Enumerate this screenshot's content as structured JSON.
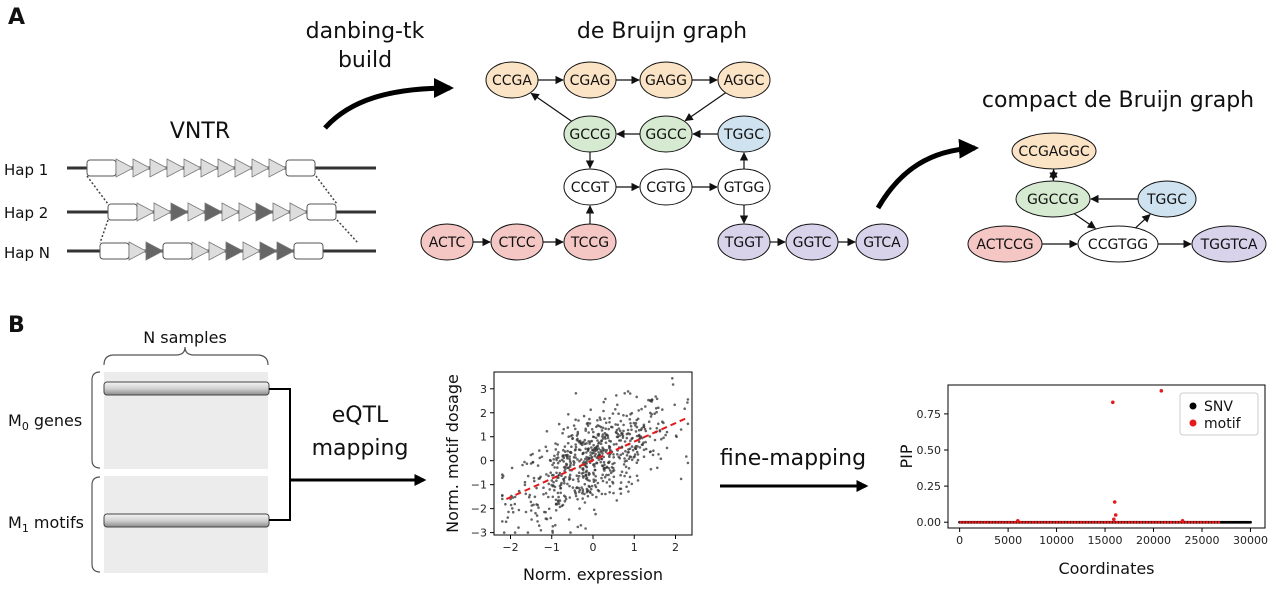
{
  "panel_a": {
    "label": "A",
    "vntr_title": "VNTR",
    "haplotypes": [
      "Hap 1",
      "Hap 2",
      "Hap N"
    ],
    "arrow1_label": [
      "danbing-tk",
      "build"
    ],
    "dbg_title": "de Bruijn graph",
    "cdbg_title": "compact de Bruijn graph",
    "dbg_nodes": {
      "CCGA": "CCGA",
      "CGAG": "CGAG",
      "GAGG": "GAGG",
      "AGGC": "AGGC",
      "GCCG": "GCCG",
      "GGCC": "GGCC",
      "TGGC": "TGGC",
      "CCGT": "CCGT",
      "CGTG": "CGTG",
      "GTGG": "GTGG",
      "ACTC": "ACTC",
      "CTCC": "CTCC",
      "TCCG": "TCCG",
      "TGGT": "TGGT",
      "GGTC": "GGTC",
      "GTCA": "GTCA"
    },
    "cdbg_nodes": {
      "CCGAGGC": "CCGAGGC",
      "GGCCG": "GGCCG",
      "TGGC": "TGGC",
      "ACTCCG": "ACTCCG",
      "CCGTGG": "CCGTGG",
      "TGGTCA": "TGGTCA"
    },
    "colors": {
      "orange": "#fbe3c6",
      "green": "#d5ead0",
      "blue": "#cfe2ef",
      "red": "#f4c7c4",
      "purple": "#d8d2ea",
      "white": "#ffffff"
    }
  },
  "panel_b": {
    "label": "B",
    "n_samples": "N samples",
    "m0_genes": {
      "prefix": "M",
      "sub": "0",
      "suffix": " genes"
    },
    "m1_motifs": {
      "prefix": "M",
      "sub": "1",
      "suffix": " motifs"
    },
    "arrow_eqtl": [
      "eQTL",
      "mapping"
    ],
    "arrow_fine": "fine-mapping"
  },
  "chart_data": [
    {
      "type": "scatter",
      "xlabel": "Norm. expression",
      "ylabel": "Norm. motif dosage",
      "xlim": [
        -2.4,
        2.4
      ],
      "ylim": [
        -3.1,
        3.7
      ],
      "xticks": [
        -2,
        -1,
        0,
        1,
        2
      ],
      "yticks": [
        -3,
        -2,
        -1,
        0,
        1,
        2,
        3
      ],
      "n_points": 700,
      "trend": {
        "style": "dashed",
        "color": "#e31a1c",
        "x": [
          -2.1,
          2.3
        ],
        "y": [
          -1.6,
          1.8
        ]
      },
      "point_color": "#333333"
    },
    {
      "type": "scatter",
      "xlabel": "Coordinates",
      "ylabel": "PIP",
      "xlim": [
        -1200,
        31500
      ],
      "ylim": [
        -0.04,
        0.95
      ],
      "xticks": [
        0,
        5000,
        10000,
        15000,
        20000,
        25000,
        30000
      ],
      "yticks": [
        0.0,
        0.25,
        0.5,
        0.75
      ],
      "ytick_labels": [
        "0.00",
        "0.25",
        "0.50",
        "0.75"
      ],
      "legend": {
        "position": "top-right",
        "entries": [
          {
            "name": "SNV",
            "color": "#000000"
          },
          {
            "name": "motif",
            "color": "#e31a1c"
          }
        ]
      },
      "series": [
        {
          "name": "SNV",
          "x_range": [
            0,
            30000
          ],
          "y": 0.0
        },
        {
          "name": "motif",
          "points": [
            [
              15800,
              0.83
            ],
            [
              20800,
              0.91
            ],
            [
              16000,
              0.14
            ],
            [
              16100,
              0.05
            ],
            [
              15900,
              0.02
            ],
            [
              6000,
              0.01
            ],
            [
              23000,
              0.01
            ]
          ]
        }
      ]
    }
  ]
}
